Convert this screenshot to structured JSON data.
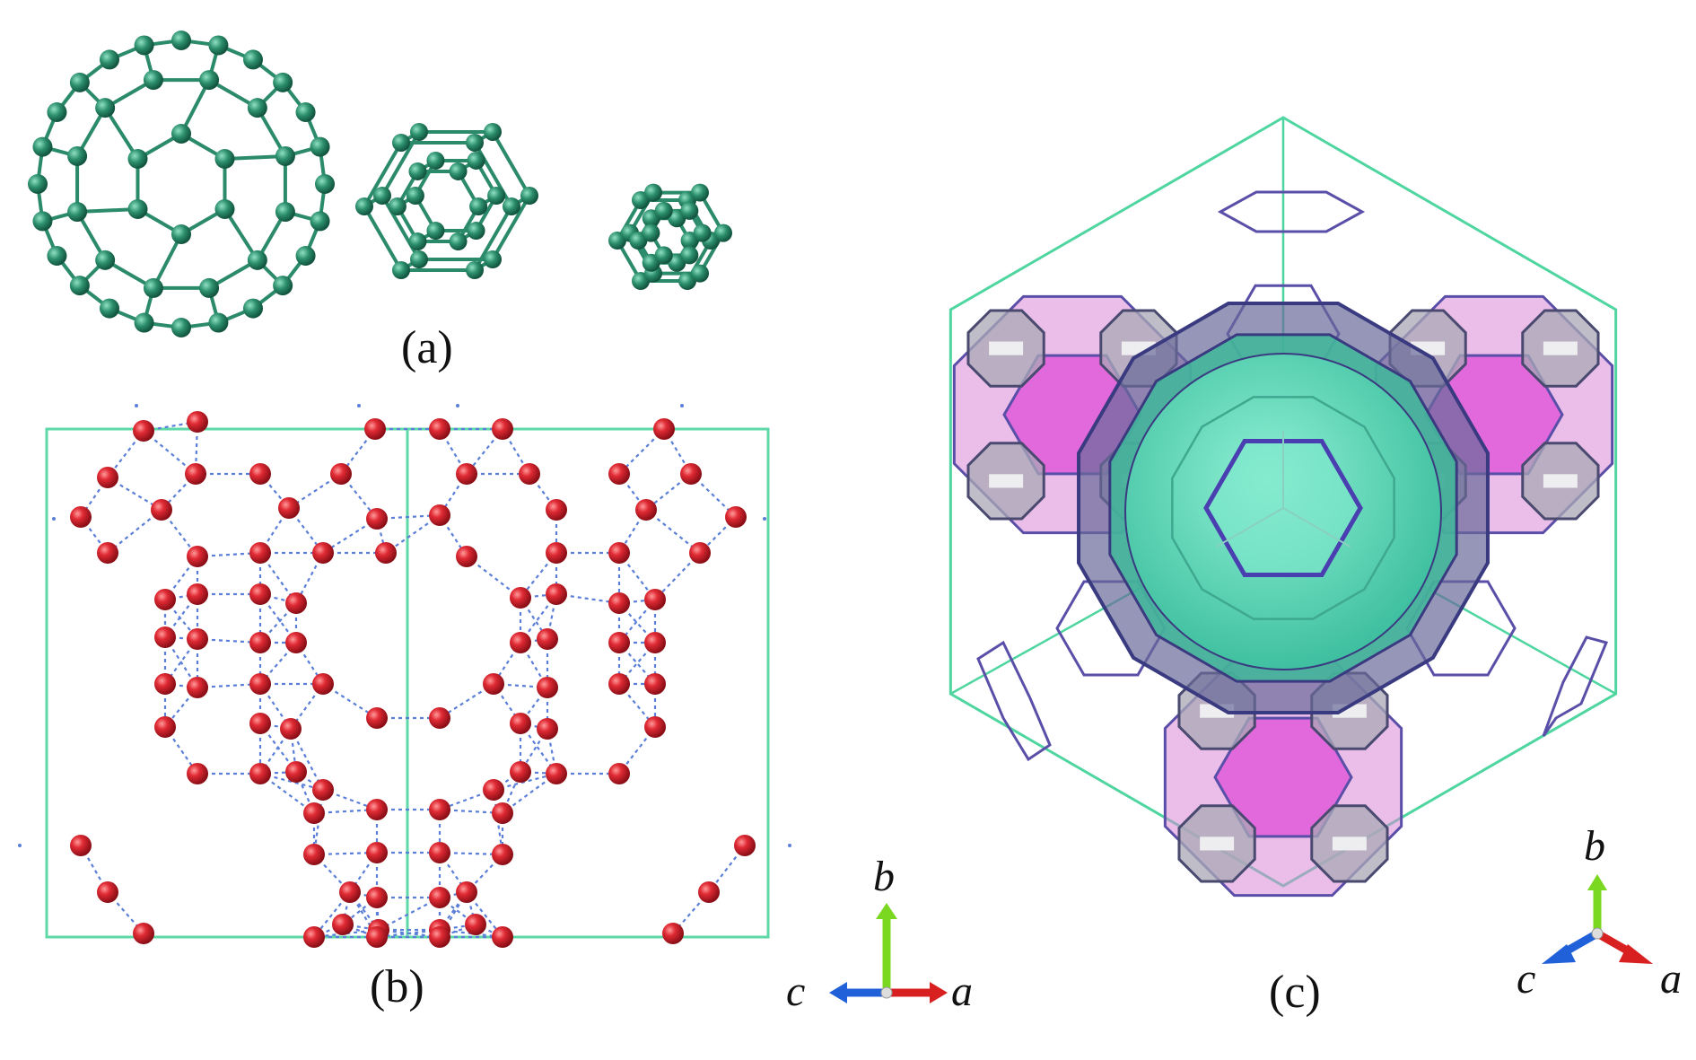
{
  "panels": {
    "a": {
      "label": "(a)"
    },
    "b": {
      "label": "(b)"
    },
    "c": {
      "label": "(c)"
    }
  },
  "axes_b": {
    "b": "b",
    "c": "c",
    "a": "a"
  },
  "axes_c": {
    "b": "b",
    "c": "c",
    "a": "a"
  },
  "colors": {
    "cage": "#2a8a6a",
    "atom": "#d8202c",
    "bond": "#5b7fd8",
    "cell": "#4fd6a0",
    "magenta": "#e05ad8",
    "violet": "#5a4fa8",
    "teal": "#5fd8b8",
    "axis_red": "#d82020",
    "axis_green": "#7bd820",
    "axis_blue": "#2060d8"
  }
}
